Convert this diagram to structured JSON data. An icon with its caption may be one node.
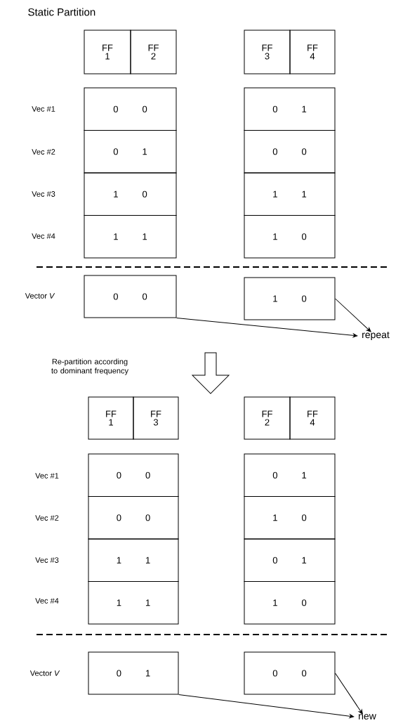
{
  "diagram": {
    "title": "Static Partition",
    "nodes": [
      {
        "text": [
          "FF 1"
        ]
      },
      {
        "text": [
          "FF 2"
        ]
      },
      {
        "text": [
          "FF 3"
        ]
      },
      {
        "text": [
          "FF 4"
        ]
      },
      {
        "text": [
          "0",
          "0"
        ]
      },
      {
        "text": [
          "0",
          "1"
        ]
      },
      {
        "text": [
          "0",
          "1"
        ]
      },
      {
        "text": [
          "0",
          "0"
        ]
      },
      {
        "text": [
          "1",
          "0"
        ]
      },
      {
        "text": [
          "1",
          "1"
        ]
      },
      {
        "text": [
          "1",
          "1"
        ]
      },
      {
        "text": [
          "1",
          "0"
        ]
      },
      {
        "text": [
          "0",
          "0"
        ]
      },
      {
        "text": [
          "1",
          "0"
        ]
      },
      {
        "text": [
          "repeat"
        ]
      },
      {
        "text": [
          "FF 1"
        ]
      },
      {
        "text": [
          "FF 3"
        ]
      },
      {
        "text": [
          "FF 2"
        ]
      },
      {
        "text": [
          "FF 4"
        ]
      },
      {
        "text": [
          "0",
          "0"
        ]
      },
      {
        "text": [
          "0",
          "1"
        ]
      },
      {
        "text": [
          "0",
          "0"
        ]
      },
      {
        "text": [
          "1",
          "0"
        ]
      },
      {
        "text": [
          "1",
          "1"
        ]
      },
      {
        "text": [
          "0",
          "1"
        ]
      },
      {
        "text": [
          "1",
          "1"
        ]
      },
      {
        "text": [
          "1",
          "0"
        ]
      },
      {
        "text": [
          "0",
          "1"
        ]
      },
      {
        "text": [
          "0",
          "0"
        ]
      },
      {
        "text": [
          "new"
        ]
      }
    ],
    "edges": [
      {
        "from": 12,
        "to": 14,
        "arrow": "to"
      },
      {
        "from": 13,
        "to": 14,
        "arrow": "to"
      },
      {
        "from": 27,
        "to": 29,
        "arrow": "to"
      },
      {
        "from": 28,
        "to": 29,
        "arrow": "to"
      }
    ],
    "labels": [
      "Vec #1",
      "Vec #2",
      "Vec #3",
      "Vec #4",
      "Vector  *V*",
      "Re-partition according to dominant frequency",
      "Vec #1",
      "Vec #2",
      "Vec #3",
      "Vec #4",
      "Vector  *V*"
    ]
  }
}
